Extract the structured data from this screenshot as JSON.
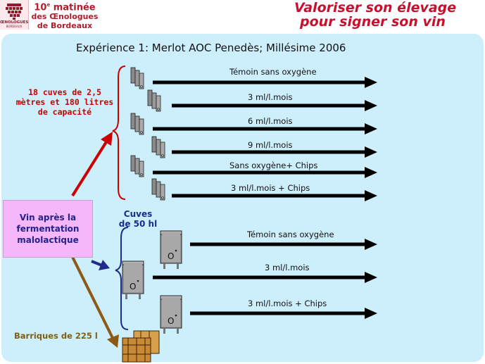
{
  "header": {
    "logo_text": "ŒNOLOGUES",
    "logo_subtext": "BORDEAUX",
    "event_number": "10",
    "event_suffix": "e",
    "event_word": "matinée",
    "event_line2": "des Œnologues",
    "event_line3": "de Bordeaux",
    "slogan_line1": "Valoriser son élevage",
    "slogan_line2": "pour signer son vin"
  },
  "title": "Expérience 1: Merlot AOC Penedès; Millésime 2006",
  "left_note": "18 cuves de 2,5 mètres et 180 litres de capacité",
  "vin_box": "Vin après la fermentation malolactique",
  "cuves_label": "Cuves de 50 hl",
  "barriques_label": "Barriques de 225 l",
  "small_tanks_treatments": [
    "Témoin sans oxygène",
    "3 ml/l.mois",
    "6 ml/l.mois",
    "9 ml/l.mois",
    "Sans oxygène+ Chips",
    "3 ml/l.mois + Chips"
  ],
  "large_tanks_treatments": [
    "Témoin sans oxygène",
    "3 ml/l.mois",
    "3 ml/l.mois + Chips"
  ],
  "tank_mark": "O",
  "colors": {
    "background_panel": "#cdeefb",
    "slogan": "#c8102e",
    "left_note": "#cc0000",
    "vin_box": "#f5b6fa",
    "cuves_label": "#1a2d8f",
    "barriques_label": "#806010",
    "arrow_red": "#cc0000",
    "arrow_brown": "#8b5a14",
    "arrow_blue": "#1f2a8a",
    "brace_red": "#cc0000",
    "brace_blue": "#1f2a8a"
  },
  "icons": [
    "grapes-logo-icon",
    "small-tank-group-icon",
    "large-tank-icon",
    "barrels-icon",
    "arrow-icon"
  ]
}
